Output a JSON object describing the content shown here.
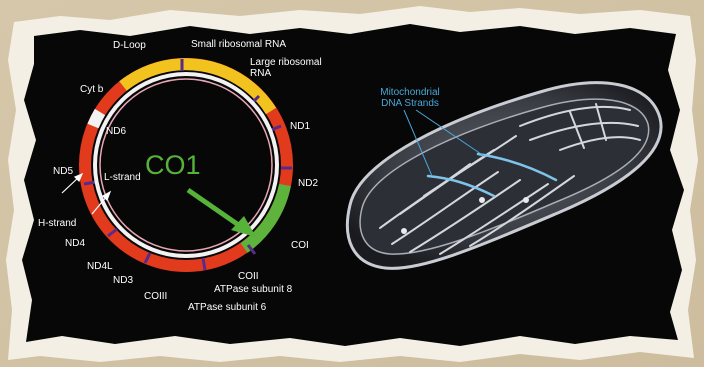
{
  "mtdna_map": {
    "co1_label": "CO1",
    "genes": {
      "d_loop": "D-Loop",
      "small_rrna": "Small ribosomal RNA",
      "large_rrna": "Large ribosomal RNA",
      "cytb": "Cyt b",
      "nd6": "ND6",
      "nd1": "ND1",
      "nd5": "ND5",
      "nd2": "ND2",
      "nd4": "ND4",
      "co1": "COI",
      "nd4l": "ND4L",
      "nd3": "ND3",
      "coii": "COII",
      "coiii": "COIII",
      "atp8": "ATPase subunit 8",
      "atp6": "ATPase subunit 6"
    },
    "strands": {
      "l_strand": "L-strand",
      "h_strand": "H-strand"
    }
  },
  "mitochondrion": {
    "label_line1": "Mitochondrial",
    "label_line2": "DNA Strands"
  },
  "colors": {
    "red": "#e23a1c",
    "yellow": "#f2c31f",
    "green": "#5db33b",
    "purple": "#5a2a8a",
    "label_blue": "#4aa6d8",
    "paper": "#e8dcc2",
    "panel": "#070707"
  },
  "icons": [
    "green-arrow-icon",
    "white-arrow-icon",
    "mitochondrion-illustration"
  ]
}
